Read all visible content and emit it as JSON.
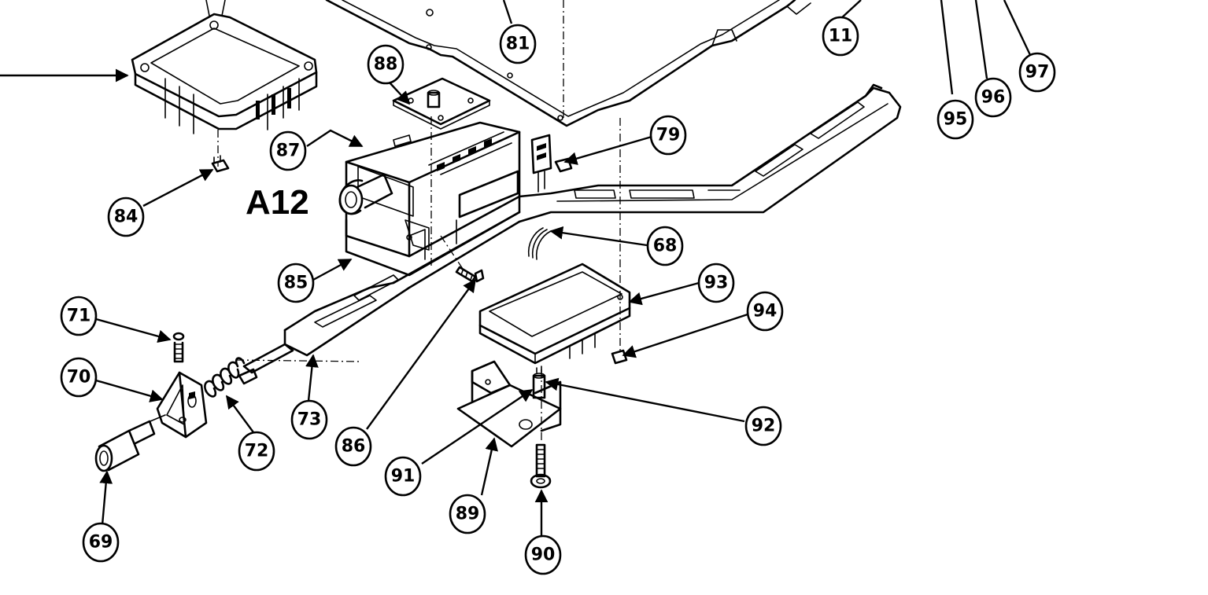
{
  "assembly_label": "A12",
  "callouts": [
    {
      "id": "c11",
      "label": "11"
    },
    {
      "id": "c68",
      "label": "68"
    },
    {
      "id": "c69",
      "label": "69"
    },
    {
      "id": "c70",
      "label": "70"
    },
    {
      "id": "c71",
      "label": "71"
    },
    {
      "id": "c72",
      "label": "72"
    },
    {
      "id": "c73",
      "label": "73"
    },
    {
      "id": "c79",
      "label": "79"
    },
    {
      "id": "c81",
      "label": "81"
    },
    {
      "id": "c84",
      "label": "84"
    },
    {
      "id": "c85",
      "label": "85"
    },
    {
      "id": "c86",
      "label": "86"
    },
    {
      "id": "c87",
      "label": "87"
    },
    {
      "id": "c88",
      "label": "88"
    },
    {
      "id": "c89",
      "label": "89"
    },
    {
      "id": "c90",
      "label": "90"
    },
    {
      "id": "c91",
      "label": "91"
    },
    {
      "id": "c92",
      "label": "92"
    },
    {
      "id": "c93",
      "label": "93"
    },
    {
      "id": "c94",
      "label": "94"
    },
    {
      "id": "c95",
      "label": "95"
    },
    {
      "id": "c96",
      "label": "96"
    },
    {
      "id": "c97",
      "label": "97"
    }
  ]
}
